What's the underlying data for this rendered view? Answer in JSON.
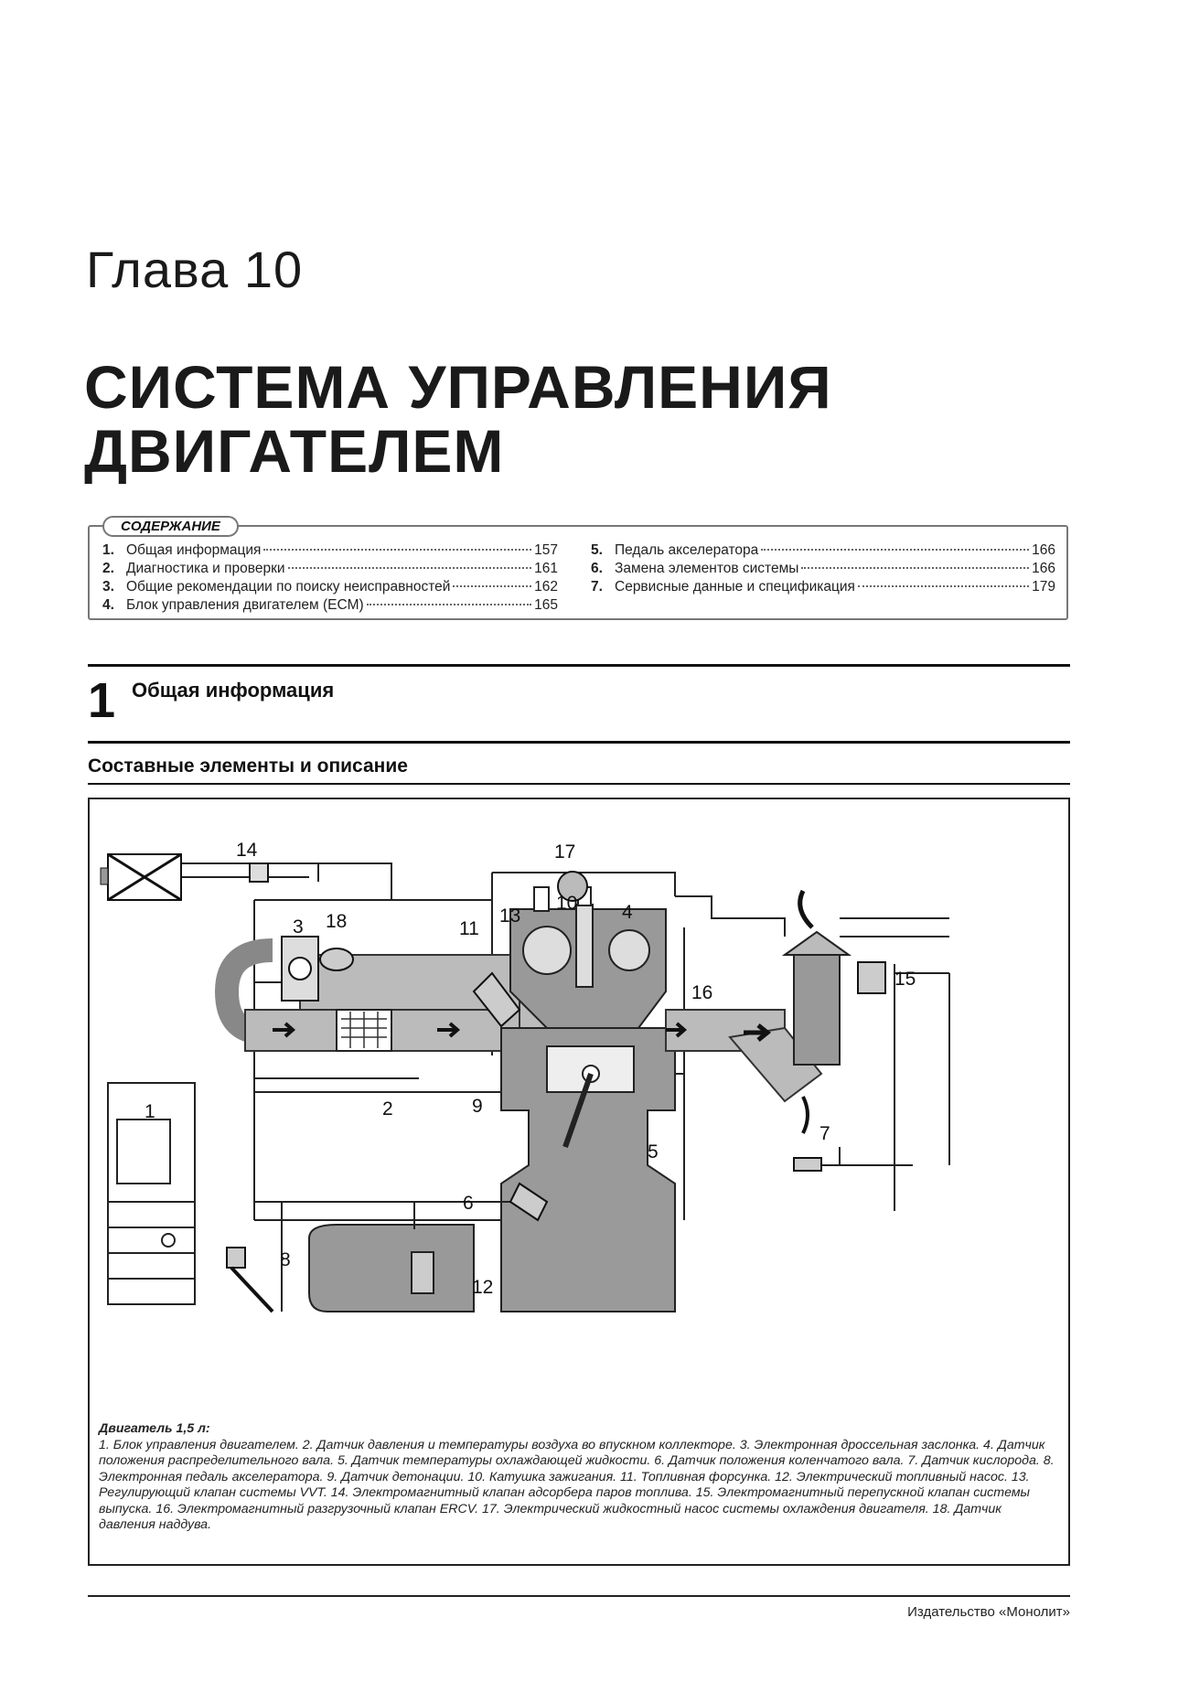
{
  "chapter": {
    "label": "Глава 10",
    "title_line1": "СИСТЕМА УПРАВЛЕНИЯ",
    "title_line2": "ДВИГАТЕЛЕМ"
  },
  "toc": {
    "header": "СОДЕРЖАНИЕ",
    "left": [
      {
        "num": "1.",
        "text": "Общая информация",
        "page": "157"
      },
      {
        "num": "2.",
        "text": "Диагностика и проверки",
        "page": "161"
      },
      {
        "num": "3.",
        "text": "Общие рекомендации по поиску неисправностей",
        "page": "162"
      },
      {
        "num": "4.",
        "text": "Блок управления двигателем (ECM)",
        "page": "165"
      }
    ],
    "right": [
      {
        "num": "5.",
        "text": "Педаль акселератора",
        "page": "166"
      },
      {
        "num": "6.",
        "text": "Замена элементов системы",
        "page": "166"
      },
      {
        "num": "7.",
        "text": "Сервисные данные и спецификация",
        "page": "179"
      }
    ]
  },
  "section": {
    "number": "1",
    "title": "Общая информация",
    "subtitle": "Составные элементы и описание"
  },
  "figure": {
    "callouts": {
      "c1": "1",
      "c2": "2",
      "c3": "3",
      "c4": "4",
      "c5": "5",
      "c6": "6",
      "c7": "7",
      "c8": "8",
      "c9": "9",
      "c10": "10",
      "c11": "11",
      "c12": "12",
      "c13": "13",
      "c14": "14",
      "c15": "15",
      "c16": "16",
      "c17": "17",
      "c18": "18"
    },
    "caption_title": "Двигатель 1,5 л:",
    "caption_text": "1. Блок управления двигателем. 2. Датчик давления и температуры воздуха во впускном коллекторе. 3. Электронная дроссельная заслонка. 4. Датчик положения распределительного вала. 5. Датчик температуры охлаждающей жидкости. 6. Датчик положения коленчатого вала. 7. Датчик кислорода. 8. Электронная педаль акселератора. 9. Датчик детонации. 10. Катушка зажигания. 11. Топливная форсунка. 12. Электрический топливный насос. 13. Регулирующий клапан системы VVT. 14. Электромагнитный клапан адсорбера паров топлива. 15. Электромагнитный перепускной клапан системы выпуска. 16. Электромагнитный разгрузочный клапан ERCV. 17. Электрический жидкостный насос системы охлаждения двигателя. 18. Датчик давления наддува."
  },
  "footer": {
    "publisher": "Издательство «Монолит»"
  }
}
